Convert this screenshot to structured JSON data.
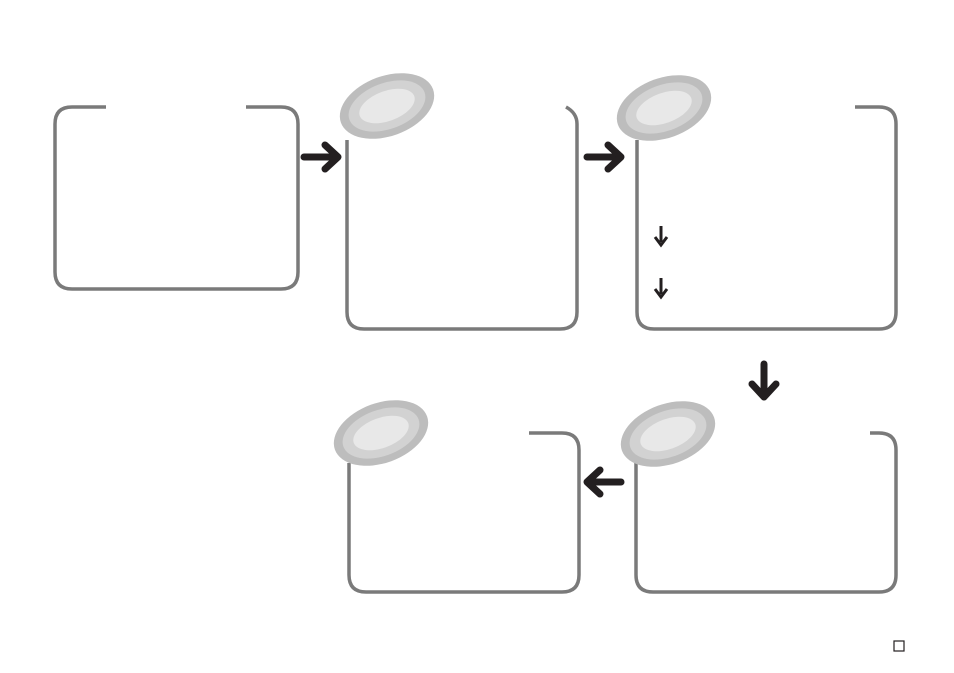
{
  "diagram": {
    "kind": "flowchart",
    "steps": [
      {
        "id": "step-1",
        "title": "",
        "has_badge": false,
        "lines": []
      },
      {
        "id": "step-2",
        "title": "",
        "has_badge": true,
        "lines": []
      },
      {
        "id": "step-3",
        "title": "",
        "has_badge": true,
        "lines": [],
        "sub_arrows": 2
      },
      {
        "id": "step-4",
        "title": "",
        "has_badge": true,
        "lines": []
      },
      {
        "id": "step-5",
        "title": "",
        "has_badge": true,
        "lines": []
      }
    ],
    "connectors": [
      {
        "from": "step-1",
        "to": "step-2",
        "direction": "right"
      },
      {
        "from": "step-2",
        "to": "step-3",
        "direction": "right"
      },
      {
        "from": "step-3",
        "to": "step-5",
        "direction": "down"
      },
      {
        "from": "step-5",
        "to": "step-4",
        "direction": "left"
      }
    ],
    "colors": {
      "box_stroke": "#7a7a7a",
      "arrow": "#231f20",
      "badge_outer": "#bdbdbd",
      "badge_ring": "#d2d2d2",
      "badge_inner": "#e8e8e8",
      "background": "#ffffff"
    }
  },
  "footer": {
    "marker_icon": "square-outline-icon"
  }
}
